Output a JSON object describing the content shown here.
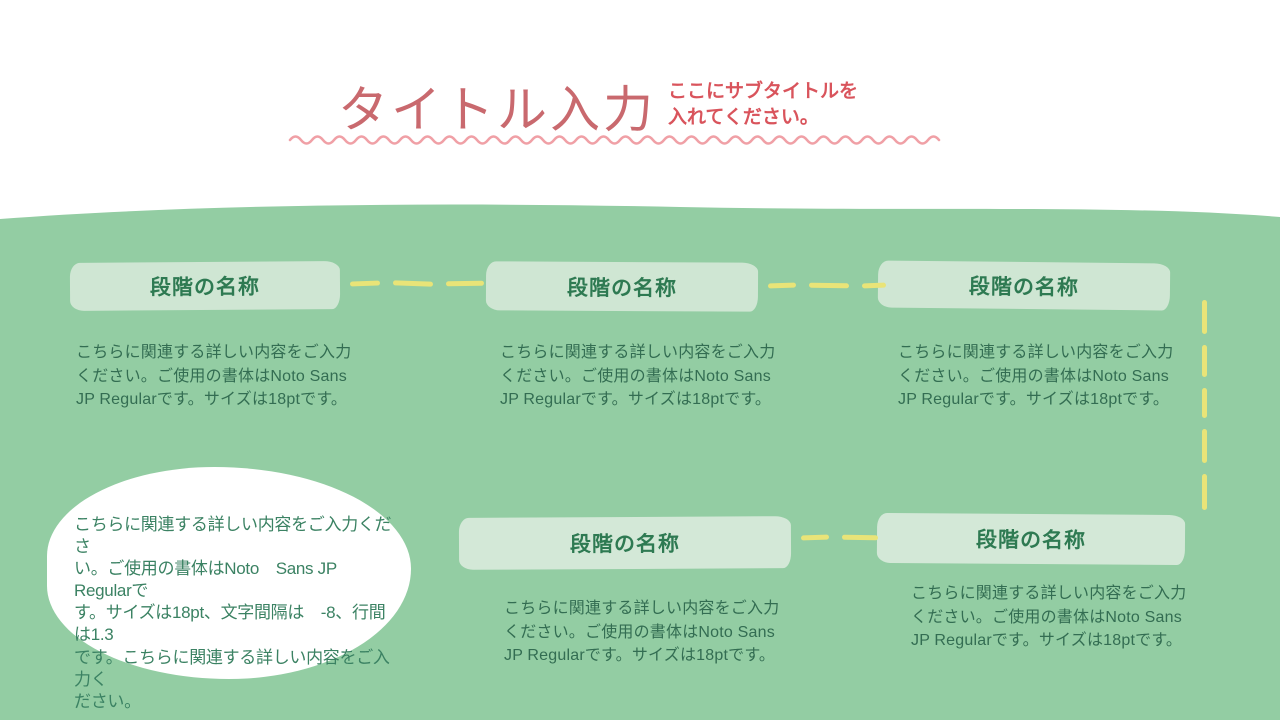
{
  "header": {
    "title": "タイトル入力",
    "subtitle": "ここにサブタイトルを\n入れてください。"
  },
  "steps": [
    {
      "label": "段階の名称",
      "body": "こちらに関連する詳しい内容をご入力\nください。ご使用の書体はNoto Sans\nJP Regularです。サイズは18ptです。"
    },
    {
      "label": "段階の名称",
      "body": "こちらに関連する詳しい内容をご入力\nください。ご使用の書体はNoto Sans\nJP Regularです。サイズは18ptです。"
    },
    {
      "label": "段階の名称",
      "body": "こちらに関連する詳しい内容をご入力\nください。ご使用の書体はNoto Sans\nJP Regularです。サイズは18ptです。"
    },
    {
      "label": "段階の名称",
      "body": "こちらに関連する詳しい内容をご入力\nください。ご使用の書体はNoto Sans\nJP Regularです。サイズは18ptです。"
    },
    {
      "label": "段階の名称",
      "body": "こちらに関連する詳しい内容をご入力\nください。ご使用の書体はNoto Sans\nJP Regularです。サイズは18ptです。"
    }
  ],
  "note": {
    "text": "こちらに関連する詳しい内容をご入力くださ\nい。ご使用の書体はNoto　Sans JP Regularで\nす。サイズは18pt、文字間隔は　-8、行間は1.3\nです。こちらに関連する詳しい内容をご入力く\nださい。"
  },
  "colors": {
    "background_green": "#93cda3",
    "card_fill_top": "#cfe6d3",
    "card_fill_bottom": "#d3e8d7",
    "card_label_text": "#2e7a52",
    "body_text": "#336d52",
    "note_text": "#3b8263",
    "title_red": "#c9696e",
    "subtitle_red": "#d9545c",
    "wave_pink": "#f0a0a6",
    "connector_yellow": "#e9e478"
  }
}
